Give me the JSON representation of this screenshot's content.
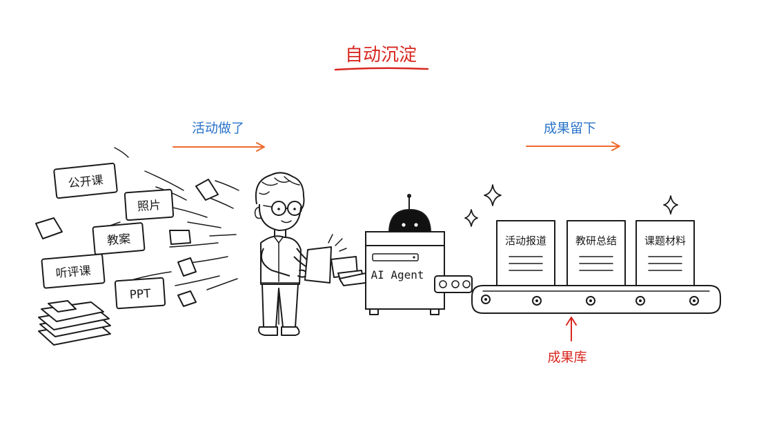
{
  "title": "自动沉淀",
  "flow_labels": {
    "left": "活动做了",
    "right": "成果留下"
  },
  "input_chips": [
    "公开课",
    "照片",
    "教案",
    "听评课",
    "PPT"
  ],
  "machine_label": "AI Agent",
  "output_docs": [
    "活动报道",
    "教研总结",
    "课题材料"
  ],
  "destination_label": "成果库",
  "colors": {
    "title_red": "#d8261f",
    "label_blue": "#2a73c9",
    "arrow_orange": "#ef6a2c",
    "ink": "#1a1a1a"
  }
}
